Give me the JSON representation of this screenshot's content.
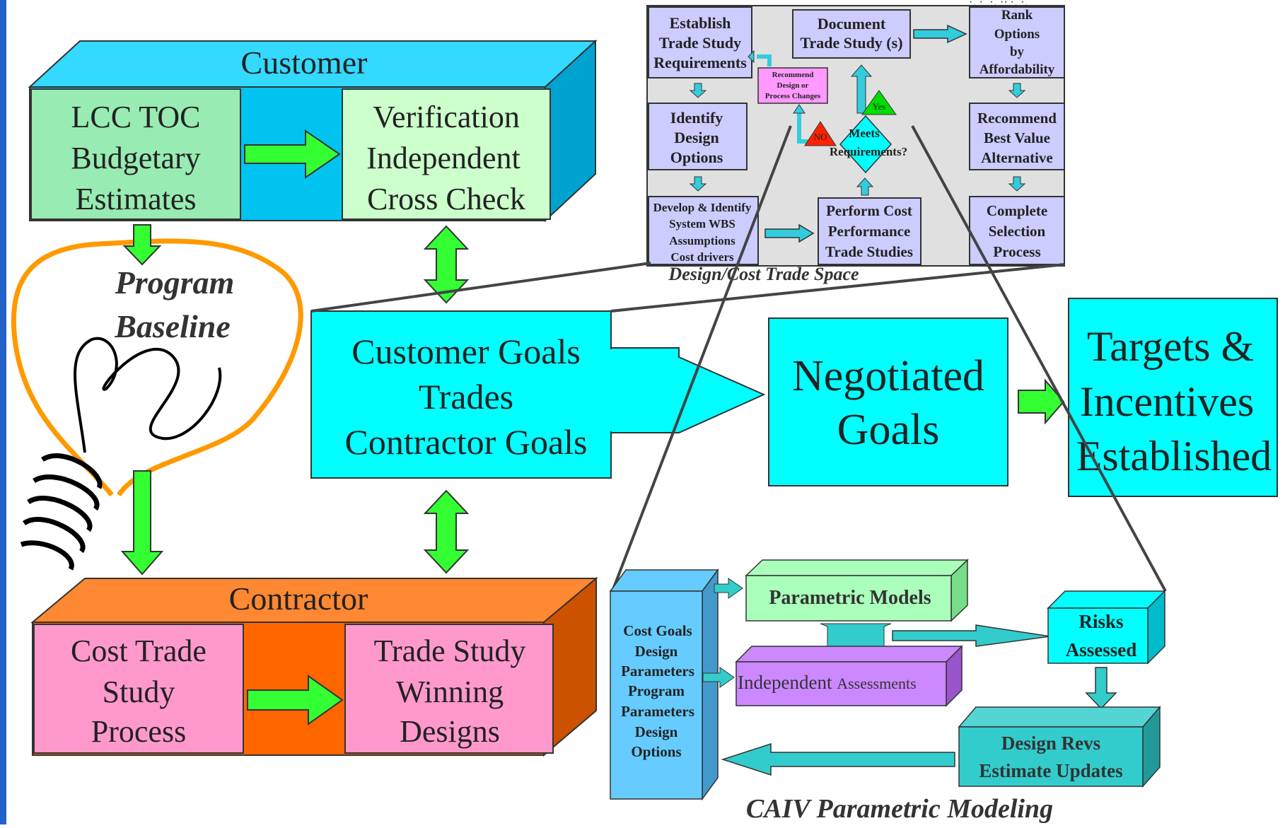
{
  "slide": {
    "colors": {
      "left_border": "#2461c8",
      "customer_front": "#00c3f0",
      "customer_top": "#33d9ff",
      "customer_side": "#00a3d0",
      "lcc_box": "#98ebb2",
      "verification_box": "#ccffcc",
      "cyan": "#00ffff",
      "contractor_front": "#ff6600",
      "contractor_top": "#ff8833",
      "contractor_side": "#cc5200",
      "pink_box": "#ff99cc",
      "green_arrow": "#33ff33",
      "trade_space_bg": "#e0e0e0",
      "trade_space_box": "#ccccff",
      "yes_triangle": "#00dd00",
      "no_triangle": "#ff2200",
      "recommend_box": "#ff99ff",
      "param_models": "#aaffbb",
      "independent": "#cc88ff",
      "teal": "#33cccc",
      "caiv_column": "#66ccff",
      "bulb_outline": "#ff9900"
    },
    "customer": {
      "title": "Customer",
      "lcc": [
        "LCC TOC",
        "Budgetary",
        "Estimates"
      ],
      "verification": [
        "Verification",
        "Independent",
        "Cross Check"
      ]
    },
    "program_baseline": [
      "Program",
      "Baseline"
    ],
    "center": [
      "Customer Goals",
      "Trades",
      "Contractor Goals"
    ],
    "negotiated": [
      "Negotiated",
      "Goals"
    ],
    "targets": [
      "Targets &",
      "Incentives",
      "Established"
    ],
    "contractor": {
      "title": "Contractor",
      "cost_trade": [
        "Cost Trade",
        "Study",
        "Process"
      ],
      "trade_study": [
        "Trade Study",
        "Winning",
        "Designs"
      ]
    },
    "trade_space": {
      "caption": "Design/Cost Trade Space",
      "establish": [
        "Establish",
        "Trade Study",
        "Requirements"
      ],
      "document": [
        "Document",
        "Trade Study (s)"
      ],
      "rank": [
        "Rank",
        "Options",
        "by",
        "Affordability"
      ],
      "recommend_changes": [
        "Recommend",
        "Design  or",
        "Process Changes"
      ],
      "identify": [
        "Identify",
        "Design",
        "Options"
      ],
      "recommend_best": [
        "Recommend",
        "Best Value",
        "Alternative"
      ],
      "yes": "Yes",
      "no": "NO",
      "meets": [
        "Meets",
        "Requirements?"
      ],
      "develop": [
        "Develop & Identify",
        "System WBS",
        "Assumptions",
        "Cost drivers"
      ],
      "perform": [
        "Perform Cost",
        "Performance",
        "Trade Studies"
      ],
      "complete": [
        "Complete",
        "Selection",
        "Process"
      ]
    },
    "caiv": {
      "caption": "CAIV Parametric Modeling",
      "column": [
        "Cost Goals",
        "Design",
        "Parameters",
        "Program",
        "Parameters",
        "Design",
        "Options"
      ],
      "parametric": "Parametric Models",
      "independent_a": "Independent",
      "independent_b": "Assessments",
      "risks": [
        "Risks",
        "Assessed"
      ],
      "design_revs": [
        "Design Revs",
        "Estimate Updates"
      ]
    }
  }
}
